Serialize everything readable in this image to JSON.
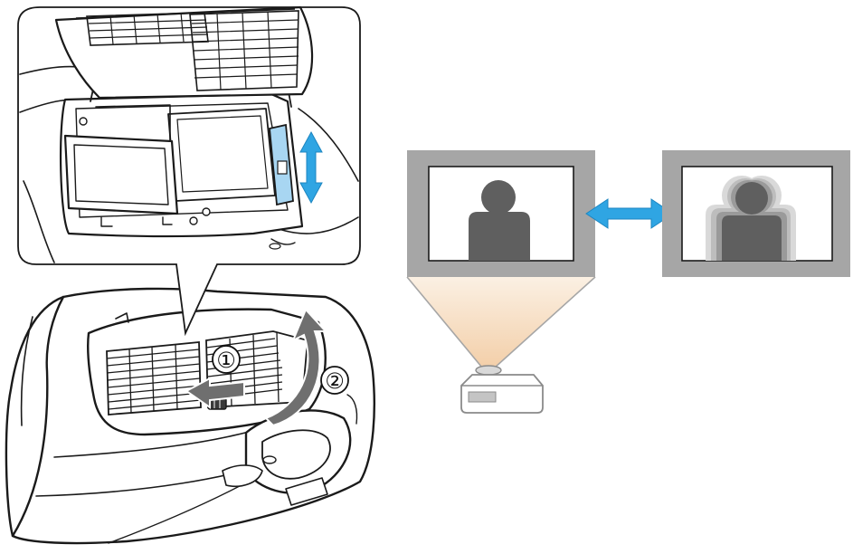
{
  "diagram": {
    "step_markers": [
      {
        "id": "step-1",
        "label": "①"
      },
      {
        "id": "step-2",
        "label": "②"
      }
    ]
  },
  "colors": {
    "arrow_blue": "#2fa5e3",
    "highlight_blue": "#a8d6f2",
    "action_arrow_gray": "#6f6f6f",
    "screen_frame_gray": "#a6a6a6",
    "silhouette_gray": "#5f5f5f",
    "line_black": "#1a1a1a",
    "light_beam": "#f6dcc3"
  },
  "icons": [
    "projector-illustration",
    "filter-cover",
    "double-headed-arrow",
    "curved-arrow",
    "person-silhouette"
  ]
}
